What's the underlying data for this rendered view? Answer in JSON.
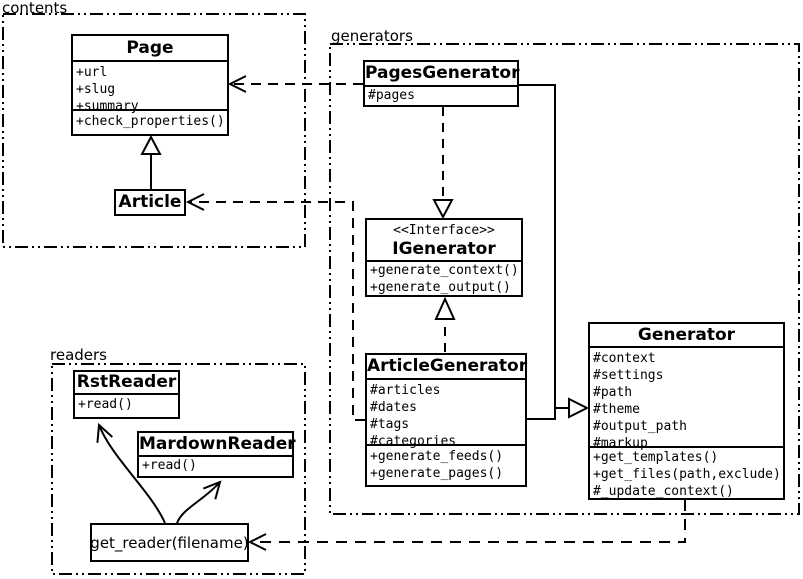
{
  "diagram": {
    "background_color": "#ffffff",
    "line_color": "#000000",
    "packages": {
      "contents": {
        "label": "contents"
      },
      "generators": {
        "label": "generators"
      },
      "readers": {
        "label": "readers"
      }
    },
    "classes": {
      "page": {
        "name": "Page",
        "attributes": [
          "+url",
          "+slug",
          "+summary"
        ],
        "methods": [
          "+check_properties()"
        ]
      },
      "article": {
        "name": "Article"
      },
      "pages_generator": {
        "name": "PagesGenerator",
        "attributes": [
          "#pages"
        ]
      },
      "igenerator": {
        "stereotype": "<<Interface>>",
        "name": "IGenerator",
        "methods": [
          "+generate_context()",
          "+generate_output()"
        ]
      },
      "article_generator": {
        "name": "ArticleGenerator",
        "attributes": [
          "#articles",
          "#dates",
          "#tags",
          "#categories"
        ],
        "methods": [
          "+generate_feeds()",
          "+generate_pages()"
        ]
      },
      "generator": {
        "name": "Generator",
        "attributes": [
          "#context",
          "#settings",
          "#path",
          "#theme",
          "#output_path",
          "#markup"
        ],
        "methods": [
          "+get_templates()",
          "+get_files(path,exclude)",
          "#_update_context()"
        ]
      },
      "rst_reader": {
        "name": "RstReader",
        "methods": [
          "+read()"
        ]
      },
      "mardown_reader": {
        "name": "MardownReader",
        "methods": [
          "+read()"
        ]
      },
      "get_reader": {
        "label": "get_reader(filename)"
      }
    },
    "relationships": [
      {
        "type": "inheritance",
        "from": "Article",
        "to": "Page"
      },
      {
        "type": "dependency",
        "from": "PagesGenerator",
        "to": "Page"
      },
      {
        "type": "dependency",
        "from": "ArticleGenerator",
        "to": "Article"
      },
      {
        "type": "realization",
        "from": "PagesGenerator",
        "to": "IGenerator"
      },
      {
        "type": "realization",
        "from": "ArticleGenerator",
        "to": "IGenerator"
      },
      {
        "type": "inheritance",
        "from": "PagesGenerator",
        "to": "Generator"
      },
      {
        "type": "inheritance",
        "from": "ArticleGenerator",
        "to": "Generator"
      },
      {
        "type": "dependency",
        "from": "Generator",
        "to": "get_reader(filename)"
      },
      {
        "type": "arrow",
        "from": "get_reader(filename)",
        "to": "RstReader"
      },
      {
        "type": "arrow",
        "from": "get_reader(filename)",
        "to": "MardownReader"
      }
    ]
  }
}
